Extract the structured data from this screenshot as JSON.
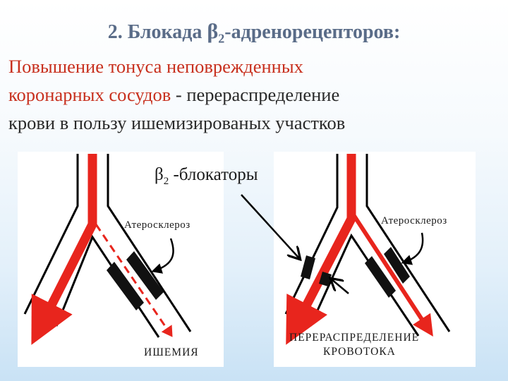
{
  "slide": {
    "title_prefix": "2. Блокада ",
    "title_beta": "β",
    "title_sub": "2",
    "title_suffix": "-адренорецепторов:",
    "subtitle_red": "Повышение тонуса неповрежденных коронарных сосудов",
    "subtitle_line1": "Повышение тонуса неповрежденных",
    "subtitle_line2_red": "коронарных сосудов",
    "subtitle_line2_rest": " - перераспределение",
    "subtitle_line3": "крови в пользу ишемизированых участков"
  },
  "diagram": {
    "blockers_beta": "β",
    "blockers_sub": "2",
    "blockers_text": " -блокаторы",
    "left_panel": {
      "atherosclerosis_label": "Атеросклероз",
      "bottom_label": "ИШЕМИЯ"
    },
    "right_panel": {
      "atherosclerosis_label": "Атеросклероз",
      "bottom_label_line1": "ПЕРЕРАСПРЕДЕЛЕНИЕ",
      "bottom_label_line2": "КРОВОТОКА"
    }
  },
  "colors": {
    "title": "#5a6c88",
    "subtitle_accent": "#c8301e",
    "blood_flow": "#e8251d",
    "vessel_wall": "#000000",
    "background_gradient_bottom": "#c9e2f5"
  }
}
